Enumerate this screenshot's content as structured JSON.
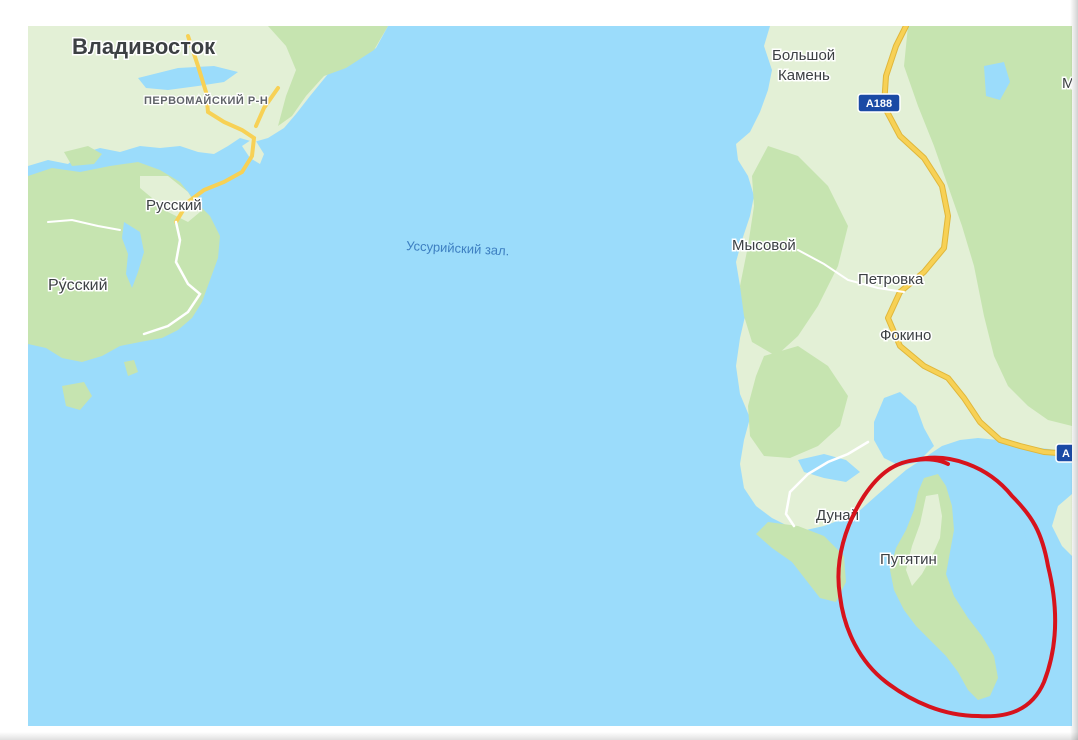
{
  "map": {
    "colors": {
      "water": "#9bdcfb",
      "land": "#e3f0d6",
      "forest": "#c6e4b0",
      "forest_dark": "#aed69a",
      "highway": "#f7d155",
      "highway_edge": "#e0b73a",
      "road": "#ffffff",
      "label": "#3c4043",
      "water_label": "#3d7fc1",
      "circle": "#d7131c",
      "shield_bg": "#1a4aa5",
      "shield_text": "#ffffff"
    },
    "labels": {
      "vladivostok": "Владивосток",
      "pervomaysky": "ПЕРВОМАЙСКИЙ Р-Н",
      "russky_town": "Русский",
      "russky_island": "Ру́сский",
      "ussuri_bay": "Уссурийский зал.",
      "bolshoy_kamen_1": "Большой",
      "bolshoy_kamen_2": "Камень",
      "road_a188": "A188",
      "road_a_partial": "А",
      "mysovoy": "Мысовой",
      "petrovka": "Петровка",
      "fokino": "Фокино",
      "dunay_partial": "Дунай",
      "putyatin": "Путятин",
      "edge_partial": "М"
    }
  }
}
